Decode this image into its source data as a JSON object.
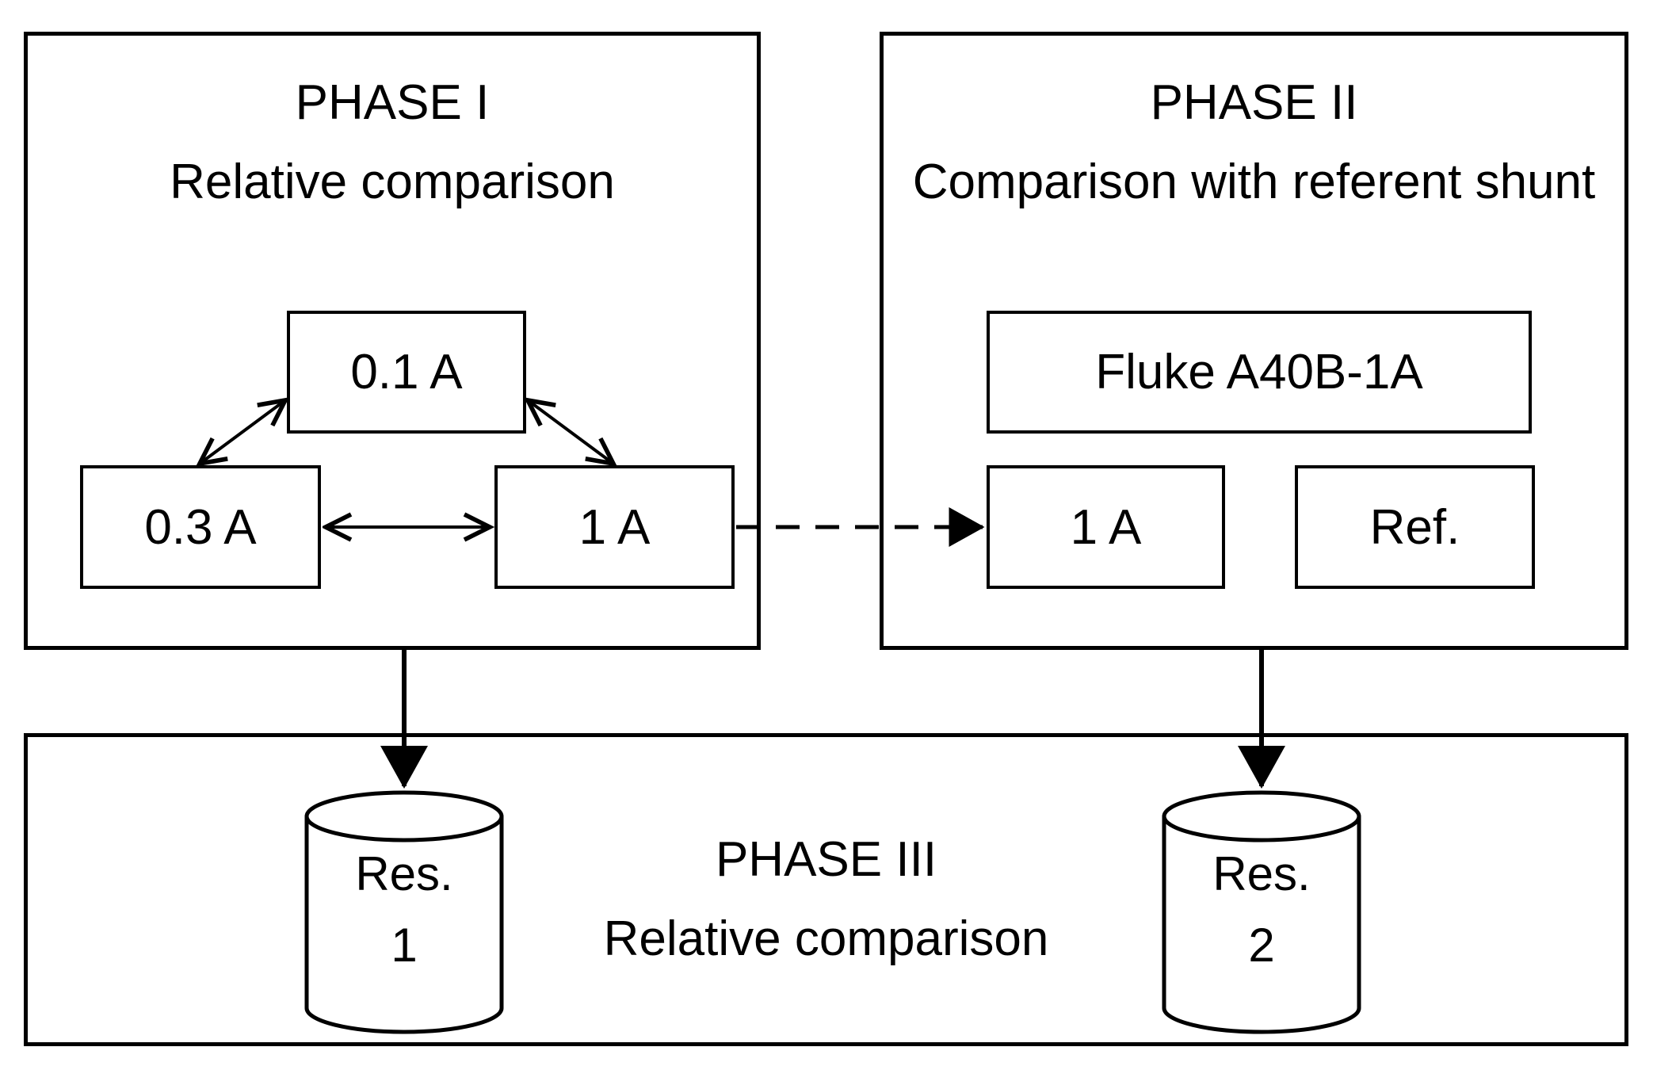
{
  "phase1": {
    "title1": "PHASE I",
    "title2": "Relative comparison",
    "box_01a": "0.1 A",
    "box_03a": "0.3 A",
    "box_1a": "1 A"
  },
  "phase2": {
    "title1": "PHASE II",
    "title2": "Comparison with referent shunt",
    "box_fluke": "Fluke A40B-1A",
    "box_1a": "1 A",
    "box_ref": "Ref."
  },
  "phase3": {
    "title1": "PHASE III",
    "title2": "Relative comparison",
    "res1_label": "Res.",
    "res1_number": "1",
    "res2_label": "Res.",
    "res2_number": "2"
  },
  "colors": {
    "stroke": "#000000",
    "background": "#ffffff"
  }
}
